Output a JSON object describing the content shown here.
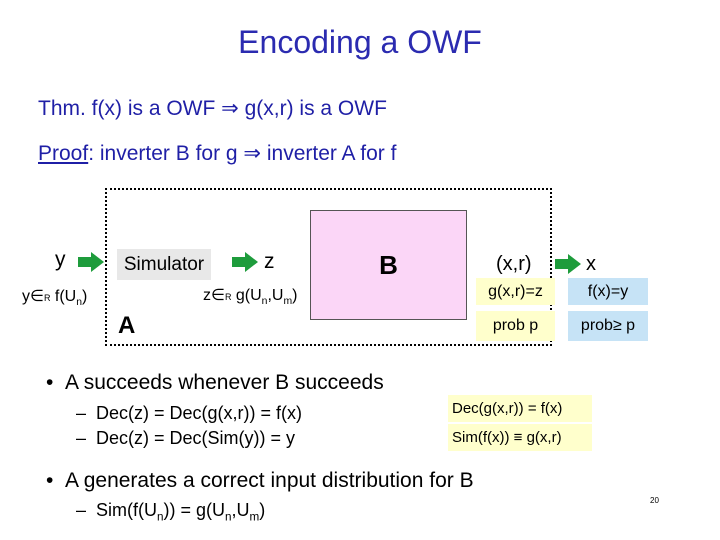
{
  "title": "Encoding a OWF",
  "theorem": "Thm.  f(x) is a OWF ⇒ g(x,r) is a OWF",
  "proof": {
    "label": "Proof",
    "text": ": inverter B for g ⇒ inverter A for f"
  },
  "diagram": {
    "y": "y",
    "y_dist": "y∈R f(Un)",
    "simulator": "Simulator",
    "z": "z",
    "z_dist": "z∈R g(Un,Um)",
    "b": "B",
    "a": "A",
    "xr": "(x,r)",
    "x": "x",
    "gz": "g(x,r)=z",
    "fy": "f(x)=y",
    "probp": "prob p",
    "probge": "prob≥ p"
  },
  "bullets": {
    "b1": "A succeeds whenever B succeeds",
    "b1_s1": "Dec(z) = Dec(g(x,r)) = f(x)",
    "b1_s2": "Dec(z) = Dec(Sim(y)) = y",
    "b2": "A generates a correct input distribution for B",
    "b2_s1": "Sim(f(Un)) = g(Un,Um)"
  },
  "side_notes": {
    "n1": "Dec(g(x,r)) = f(x)",
    "n2": "Sim(f(x)) ≡ g(x,r)"
  },
  "page_number": "20",
  "colors": {
    "title": "#2b2bb0",
    "arrow": "#1e9c3c",
    "b_box": "#fbd6f7"
  }
}
